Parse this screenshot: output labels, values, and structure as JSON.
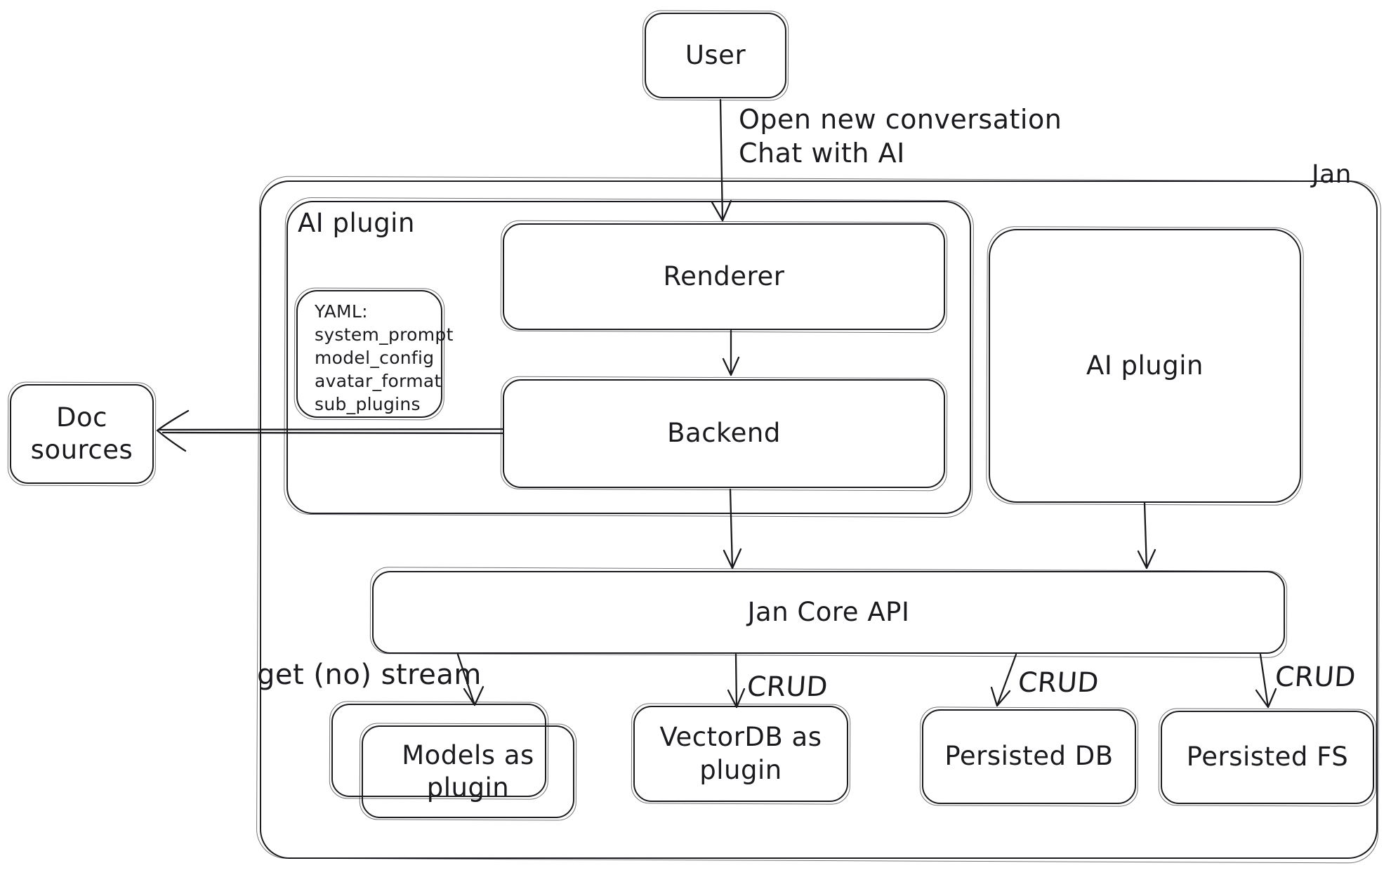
{
  "diagram": {
    "colors": {
      "stroke": "#1b1b1f",
      "background": "#ffffff"
    },
    "nodes": {
      "user": "User",
      "outer_frame_label": "Jan",
      "ai_plugin_container": "AI plugin",
      "renderer": "Renderer",
      "backend": "Backend",
      "yaml_note": {
        "lines": [
          "YAML:",
          "system_prompt",
          "model_config",
          "avatar_format",
          "sub_plugins"
        ]
      },
      "doc_sources": "Doc sources",
      "ai_plugin_right": "AI plugin",
      "jan_core_api": "Jan Core API",
      "models_plugin": "Models as plugin",
      "vectordb_plugin": "VectorDB as plugin",
      "persisted_db": "Persisted DB",
      "persisted_fs": "Persisted FS"
    },
    "edge_labels": {
      "user_flow": [
        "Open new conversation",
        "Chat with AI"
      ],
      "models_edge": "get (no) stream",
      "vectordb_edge": "CRUD",
      "persisted_db_edge": "CRUD",
      "persisted_fs_edge": "CRUD"
    }
  }
}
